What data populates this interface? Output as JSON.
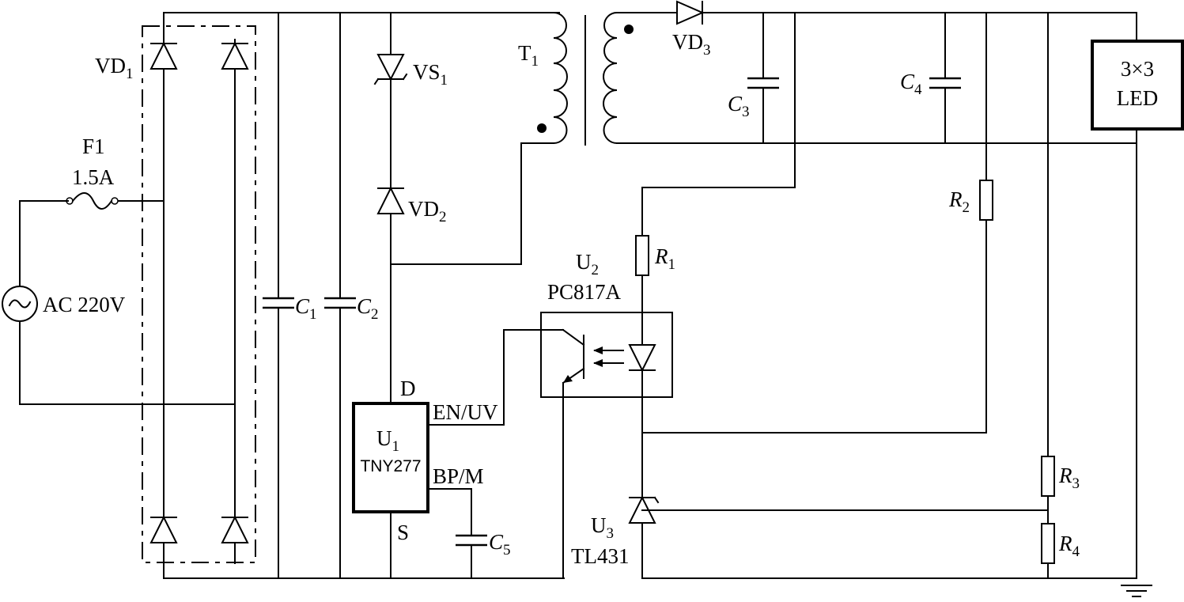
{
  "components": {
    "vd1": {
      "letter": "VD",
      "sub": "1"
    },
    "fuse": {
      "name": "F1",
      "rating": "1.5A"
    },
    "source": {
      "label": "AC 220V",
      "symbol": "~"
    },
    "c1": {
      "letter": "C",
      "sub": "1"
    },
    "c2": {
      "letter": "C",
      "sub": "2"
    },
    "vs1": {
      "letter": "VS",
      "sub": "1"
    },
    "vd2": {
      "letter": "VD",
      "sub": "2"
    },
    "t1": {
      "letter": "T",
      "sub": "1"
    },
    "vd3": {
      "letter": "VD",
      "sub": "3"
    },
    "c3": {
      "letter": "C",
      "sub": "3"
    },
    "c4": {
      "letter": "C",
      "sub": "4"
    },
    "led": {
      "line1": "3×3",
      "line2": "LED"
    },
    "r1": {
      "letter": "R",
      "sub": "1"
    },
    "r2": {
      "letter": "R",
      "sub": "2"
    },
    "r3": {
      "letter": "R",
      "sub": "3"
    },
    "r4": {
      "letter": "R",
      "sub": "4"
    },
    "u1": {
      "letter": "U",
      "sub": "1",
      "part": "TNY277",
      "pin_d": "D",
      "pin_en": "EN/UV",
      "pin_bp": "BP/M",
      "pin_s": "S"
    },
    "u2": {
      "letter": "U",
      "sub": "2",
      "part": "PC817A"
    },
    "u3": {
      "letter": "U",
      "sub": "3",
      "part": "TL431"
    },
    "c5": {
      "letter": "C",
      "sub": "5"
    }
  }
}
